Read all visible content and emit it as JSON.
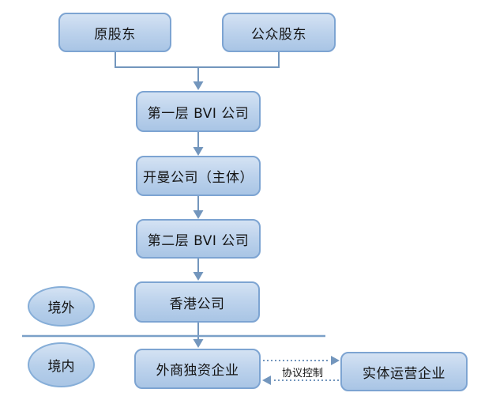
{
  "diagram": {
    "nodes": [
      {
        "id": "original-shareholders",
        "label": "原股东"
      },
      {
        "id": "public-shareholders",
        "label": "公众股东"
      },
      {
        "id": "bvi-tier1",
        "label": "第一层 BVI 公司"
      },
      {
        "id": "cayman-entity",
        "label": "开曼公司（主体）"
      },
      {
        "id": "bvi-tier2",
        "label": "第二层 BVI 公司"
      },
      {
        "id": "hongkong-company",
        "label": "香港公司"
      },
      {
        "id": "wfoe",
        "label": "外商独资企业"
      },
      {
        "id": "operating-entity",
        "label": "实体运营企业"
      }
    ],
    "regions": [
      {
        "id": "offshore",
        "label": "境外"
      },
      {
        "id": "onshore",
        "label": "境内"
      }
    ],
    "edge_label": "协议控制",
    "colors": {
      "node_fill_top": "#d4e2f3",
      "node_fill_bottom": "#a9c5e5",
      "node_border": "#7da4d2",
      "connector": "#7396bd",
      "text": "#141414",
      "background": "#ffffff"
    }
  }
}
